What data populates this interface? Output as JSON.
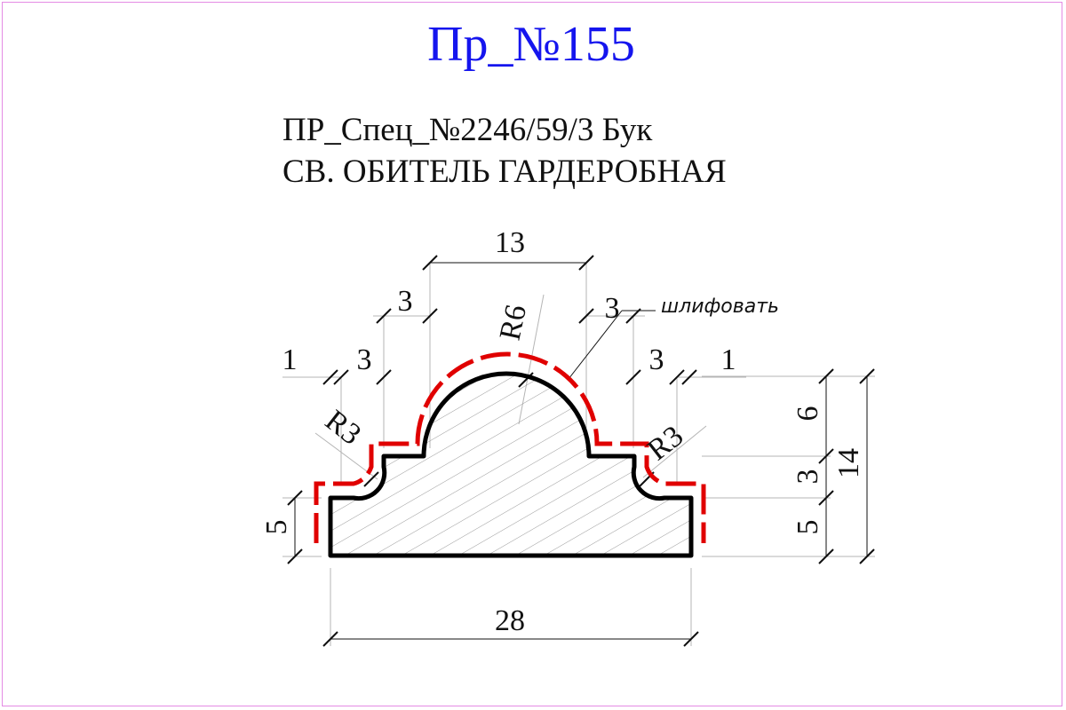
{
  "title": "Пр_№155",
  "subtitle_line1": "ПР_Спец_№2246/59/3 Бук",
  "subtitle_line2": "СВ. ОБИТЕЛЬ ГАРДЕРОБНАЯ",
  "note": "шлифовать",
  "dimensions": {
    "top_width": "13",
    "left_step_a": "3",
    "right_step_a": "3",
    "left_edge": "1",
    "left_step_b": "3",
    "right_step_b": "3",
    "right_edge": "1",
    "radius_top": "R6",
    "radius_left": "R3",
    "radius_right": "R3",
    "left_height": "5",
    "right_height_top": "6",
    "right_height_mid": "3",
    "right_height_bottom": "5",
    "total_height": "14",
    "total_width": "28"
  },
  "colors": {
    "title": "#1515ee",
    "offset_line": "#e00000",
    "profile_line": "#000000",
    "frame": "#e48be4"
  }
}
